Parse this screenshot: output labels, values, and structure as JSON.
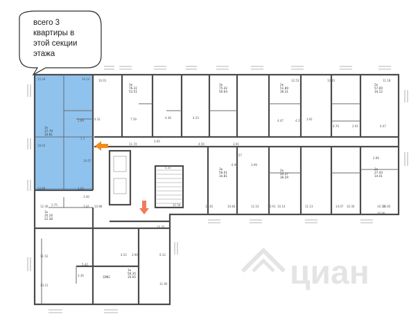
{
  "callout": {
    "lines": [
      "всего 3",
      "квартиры в",
      "этой секции",
      "этажа"
    ]
  },
  "colors": {
    "highlight": "#8fc3ee",
    "highlight_border": "#3a86c8",
    "walls": "#4a4a4a",
    "arrow_left": "#f28a1e",
    "arrow_down": "#f07c5a",
    "watermark": "#dcdcdc"
  },
  "watermark": {
    "text": "циан",
    "icon": "cian-logo-icon"
  },
  "arrows": {
    "entrance_left": "arrow-left-icon",
    "entrance_down": "arrow-down-icon"
  },
  "room_labels": [
    "15.26",
    "10.14",
    "2.89",
    "1.1",
    "18.63",
    "16.67",
    "13.69",
    "1.93",
    "2.75",
    "3.41",
    "11.74",
    "3.95",
    "4.31",
    "7.59",
    "5.37",
    "4.36",
    "4.33",
    "4.50",
    "3.91",
    "1.57",
    "6.99",
    "3.99",
    "4.47",
    "4.37",
    "3.91",
    "4.70",
    "2.91",
    "4.47",
    "2.86",
    "10.81",
    "11.54",
    "10.84",
    "11.53",
    "10.91",
    "10.14",
    "11.13",
    "14.07",
    "10.30",
    "10.18",
    "11.18",
    "12.81",
    "12.53",
    "10.01",
    "16.85",
    "16.90",
    "13.21",
    "11.52",
    "10.88",
    "12.36",
    "4.52",
    "2.63",
    "3.90",
    "9.12",
    "11.90",
    "3.40",
    "5.42",
    "3.36",
    "2.91",
    "10.70"
  ],
  "apartment_labels": [
    {
      "rooms": "1к",
      "area": "37.79",
      "live": "10.81"
    },
    {
      "rooms": "3к",
      "area": "76.31",
      "live": "53.51"
    },
    {
      "rooms": "3к",
      "area": "75.42",
      "live": "50.64"
    },
    {
      "rooms": "2к",
      "area": "51.89",
      "live": "36.31"
    },
    {
      "rooms": "2к",
      "area": "57.00",
      "live": "34.12"
    },
    {
      "rooms": "3к",
      "area": "56.01",
      "live": "34.81"
    },
    {
      "rooms": "2к",
      "area": "50.37",
      "live": "36.29"
    },
    {
      "rooms": "2к",
      "area": "27.44",
      "live": "14.41"
    },
    {
      "rooms": "1к",
      "area": "35.16",
      "live": "22.38"
    },
    {
      "rooms": "1к",
      "area": "56.35",
      "live": "35.05"
    }
  ]
}
